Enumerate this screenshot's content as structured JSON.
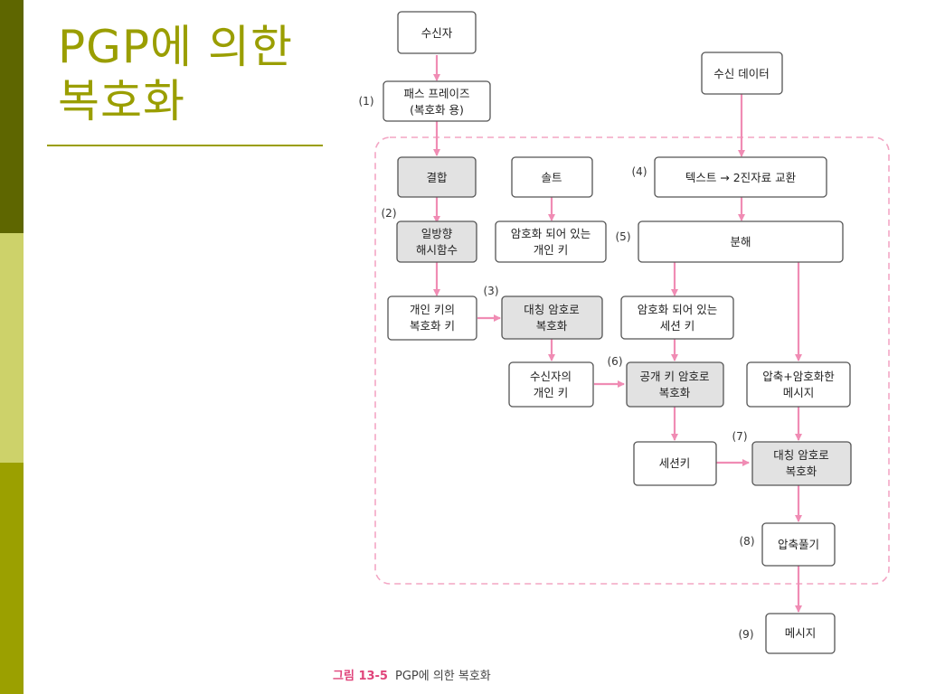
{
  "slide": {
    "title_line1": "PGP에 의한",
    "title_line2": "복호화"
  },
  "colors": {
    "accent_olive": "#9a9e00",
    "arrow_pink": "#f08cb4",
    "box_shaded": "#e2e2e2"
  },
  "diagram": {
    "boxes": {
      "receiver": "수신자",
      "passphrase_1": "패스 프레이즈",
      "passphrase_2": "(복호화 용)",
      "received_data": "수신 데이터",
      "combine": "결합",
      "salt": "솔트",
      "text_to_binary": "텍스트 → 2진자료 교환",
      "oneway_hash_1": "일방향",
      "oneway_hash_2": "해시함수",
      "enc_private_key_1": "암호화 되어 있는",
      "enc_private_key_2": "개인 키",
      "split": "분해",
      "privkey_dec_key_1": "개인 키의",
      "privkey_dec_key_2": "복호화 키",
      "sym_decrypt_a_1": "대칭 암호로",
      "sym_decrypt_a_2": "복호화",
      "enc_session_key_1": "암호화 되어 있는",
      "enc_session_key_2": "세션 키",
      "receiver_privkey_1": "수신자의",
      "receiver_privkey_2": "개인 키",
      "pubkey_decrypt_1": "공개 키 암호로",
      "pubkey_decrypt_2": "복호화",
      "compressed_encrypted_1": "압축+암호화한",
      "compressed_encrypted_2": "메시지",
      "session_key": "세션키",
      "sym_decrypt_b_1": "대칭 암호로",
      "sym_decrypt_b_2": "복호화",
      "decompress": "압축풀기",
      "message": "메시지"
    },
    "steps": {
      "s1": "(1)",
      "s2": "(2)",
      "s3": "(3)",
      "s4": "(4)",
      "s5": "(5)",
      "s6": "(6)",
      "s7": "(7)",
      "s8": "(8)",
      "s9": "(9)"
    }
  },
  "caption": {
    "figure_label": "그림 13-5",
    "text": "PGP에 의한 복호화"
  }
}
